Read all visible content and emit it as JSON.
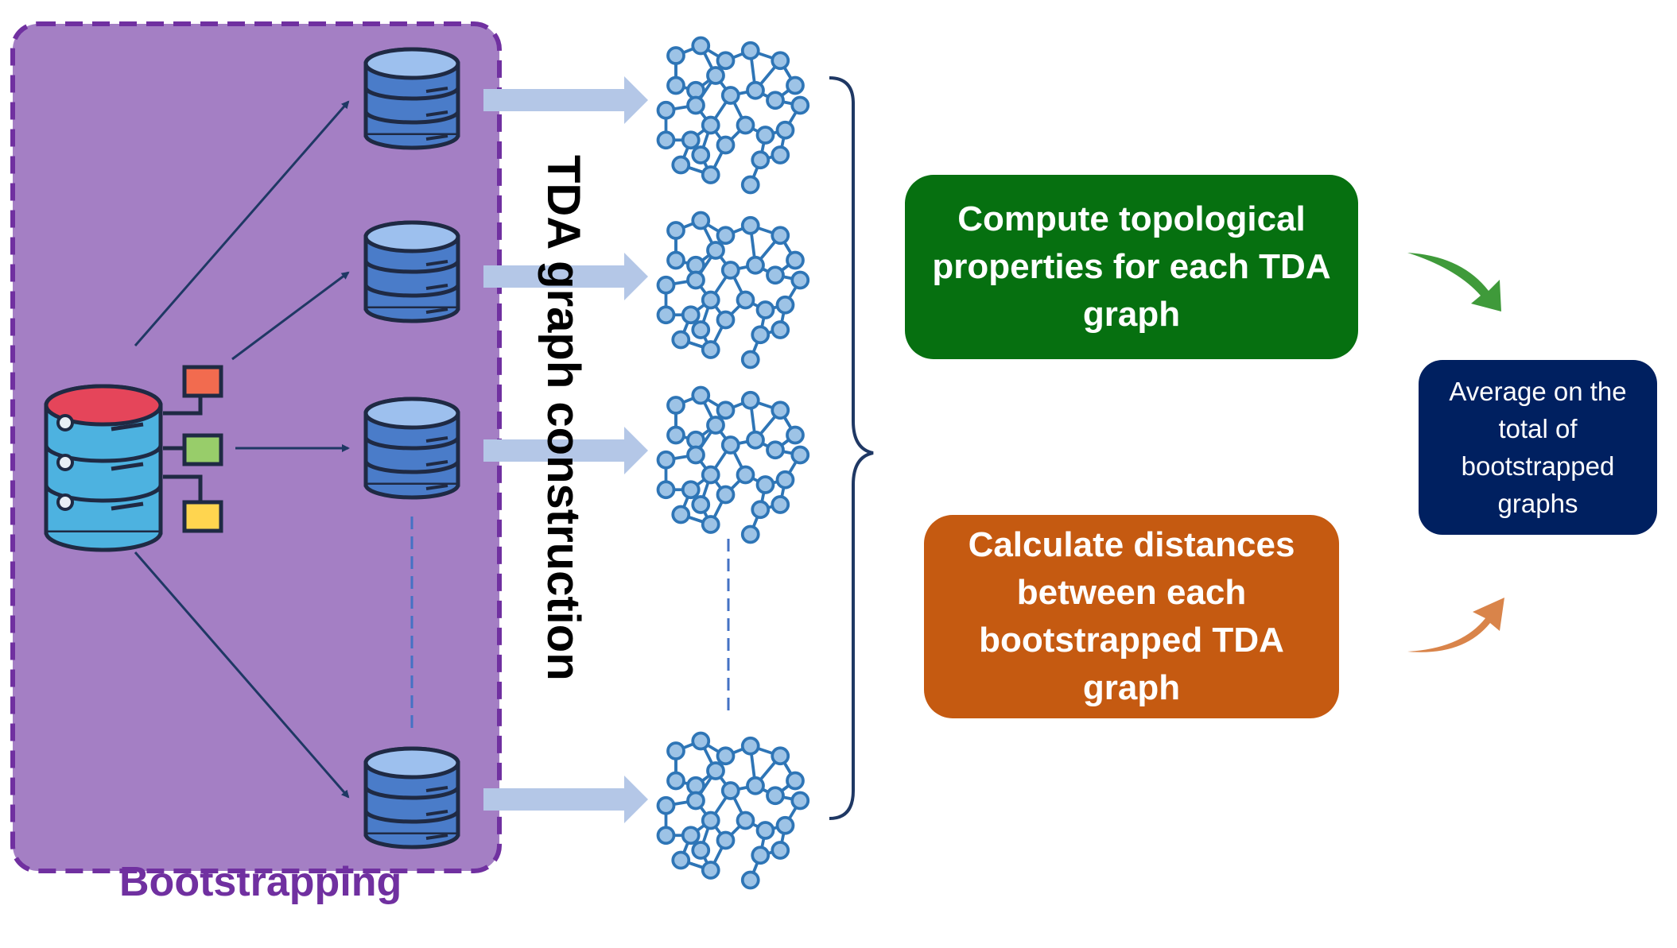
{
  "bootstrapping_label": "Bootstrapping",
  "tda_label": "TDA graph construction",
  "steps": {
    "compute": "Compute topological properties for each TDA graph",
    "calculate": "Calculate distances between each bootstrapped TDA graph",
    "average": "Average on the total of bootstrapped graphs"
  },
  "colors": {
    "bootstrap_panel": "#a47fc4",
    "bootstrap_border": "#7030a0",
    "compute_box": "#067010",
    "calculate_box": "#c55a11",
    "average_box": "#002060",
    "db_blue": "#4a7cc9",
    "graph_node": "#9dc3e6",
    "arrow_light": "#b4c7e7"
  },
  "icons": [
    "source-database-icon",
    "database-icon",
    "network-graph-icon",
    "curved-arrow-icon"
  ]
}
